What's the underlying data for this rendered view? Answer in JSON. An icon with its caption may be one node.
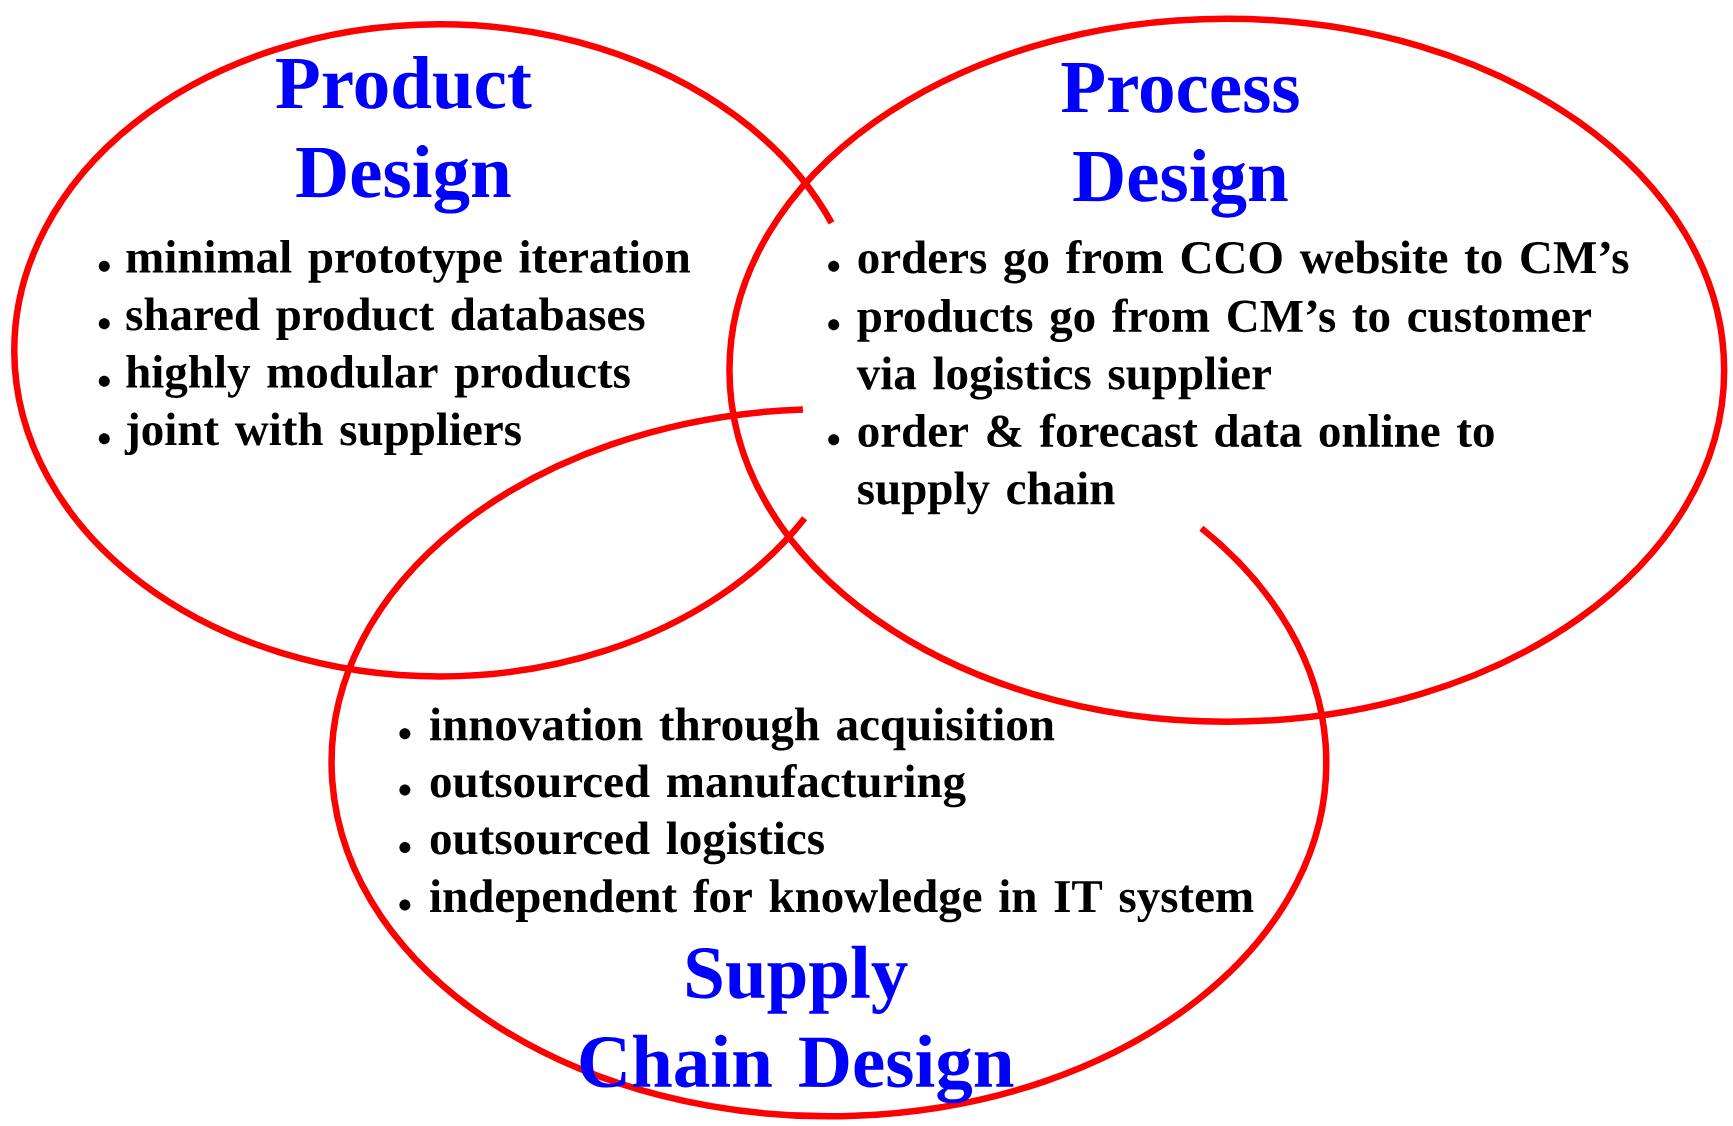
{
  "diagram": {
    "nodes": [
      {
        "text": [
          "Product Design",
          "minimal prototype iteration",
          "shared product databases",
          "highly modular products",
          "joint with suppliers"
        ]
      },
      {
        "text": [
          "Process Design",
          "orders go from CCO website to CM’s",
          "products go from CM’s to customer via logistics supplier",
          "order & forecast data online to supply chain"
        ]
      },
      {
        "text": [
          "innovation through acquisition",
          "outsourced manufacturing",
          "outsourced logistics",
          "independent for knowledge in IT system",
          "Supply Chain Design"
        ]
      }
    ]
  }
}
